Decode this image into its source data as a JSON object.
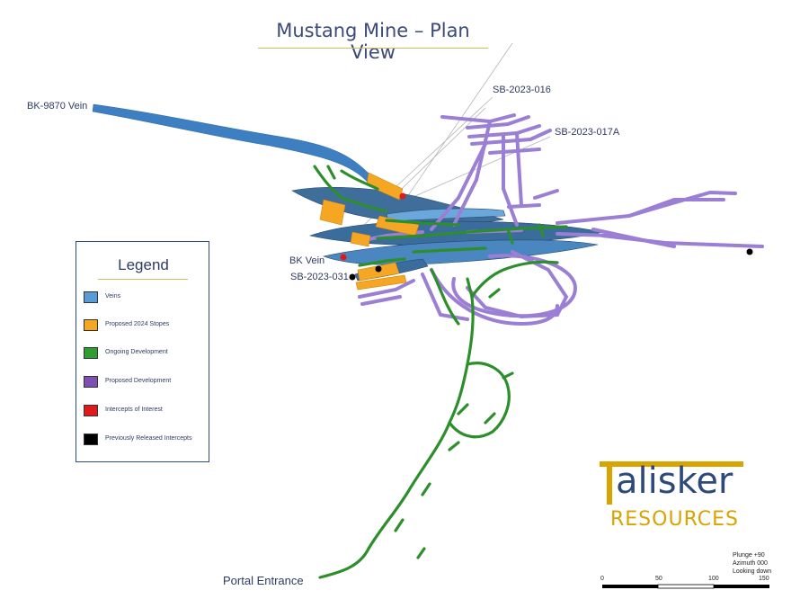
{
  "title": "Mustang Mine – Plan View",
  "labels": {
    "bk9870": "BK-9870 Vein",
    "sb016": "SB-2023-016",
    "sb017a": "SB-2023-017A",
    "bkvein": "BK Vein",
    "sb031": "SB-2023-031",
    "portal": "Portal Entrance"
  },
  "legend": {
    "title": "Legend",
    "items": [
      {
        "label": "Veins",
        "color": "#5b9bd5"
      },
      {
        "label": "Proposed 2024 Stopes",
        "color": "#f5a623"
      },
      {
        "label": "Ongoing Development",
        "color": "#2e9e33"
      },
      {
        "label": "Proposed Development",
        "color": "#7f4fb5"
      },
      {
        "label": "Intercepts of Interest",
        "color": "#e0191b"
      },
      {
        "label": "Previously Released Intercepts",
        "color": "#000000"
      }
    ]
  },
  "logo": {
    "word": "alisker",
    "sub": "RESOURCES"
  },
  "view_info": {
    "plunge": "Plunge +90",
    "azimuth": "Azimuth 000",
    "looking": "Looking down"
  },
  "scale": {
    "ticks": [
      "0",
      "50",
      "100",
      "150"
    ]
  }
}
